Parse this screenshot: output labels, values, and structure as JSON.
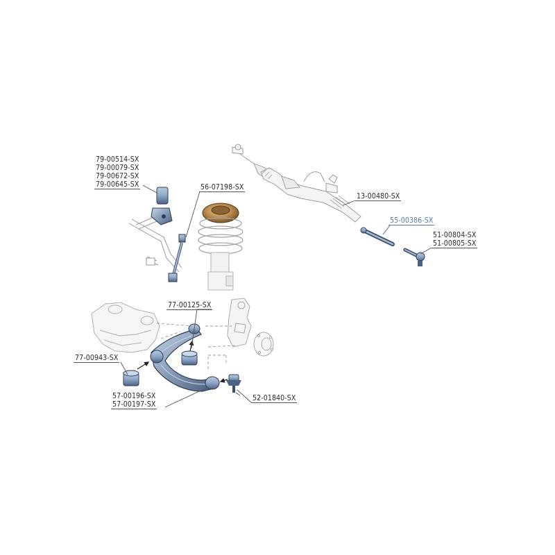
{
  "diagram": {
    "callouts": [
      {
        "id": "stabilizer-bushing",
        "codes": [
          "79-00514-SX",
          "79-00079-SX",
          "79-00672-SX",
          "79-00645-SX"
        ],
        "highlight": false
      },
      {
        "id": "stabilizer-link",
        "codes": [
          "56-07198-SX"
        ],
        "highlight": false
      },
      {
        "id": "steering-rack",
        "codes": [
          "13-00480-SX"
        ],
        "highlight": false
      },
      {
        "id": "inner-tie-rod",
        "codes": [
          "55-00386-SX"
        ],
        "highlight": true
      },
      {
        "id": "tie-rod-end",
        "codes": [
          "51-00804-SX",
          "51-00805-SX"
        ],
        "highlight": false
      },
      {
        "id": "rear-arm-bushing",
        "codes": [
          "77-00125-SX"
        ],
        "highlight": false
      },
      {
        "id": "front-arm-bushing",
        "codes": [
          "77-00943-SX"
        ],
        "highlight": false
      },
      {
        "id": "control-arm",
        "codes": [
          "57-00196-SX",
          "57-00197-SX"
        ],
        "highlight": false
      },
      {
        "id": "ball-joint",
        "codes": [
          "52-01840-SX"
        ],
        "highlight": false
      }
    ],
    "colors": {
      "part_blue": "#8ea6c6",
      "part_dark": "#3c4f6a",
      "spring_top": "#b98a4e",
      "line": "#666666",
      "highlight_text": "#5a7ca8"
    }
  }
}
